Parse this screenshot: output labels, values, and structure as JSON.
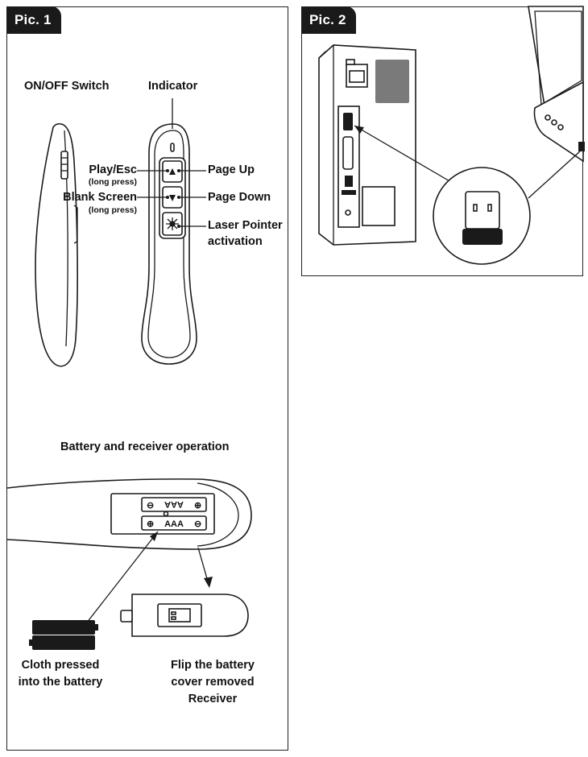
{
  "panel1": {
    "tab": "Pic. 1",
    "labels": {
      "on_off_switch": "ON/OFF Switch",
      "indicator": "Indicator",
      "play_esc": "Play/Esc",
      "play_esc_note": "(long press)",
      "blank_screen": "Blank Screen",
      "blank_screen_note": "(long press)",
      "page_up": "Page Up",
      "page_down": "Page Down",
      "laser_pointer_1": "Laser Pointer",
      "laser_pointer_2": "activation",
      "battery_heading": "Battery and receiver operation",
      "battery_top": "AAA",
      "battery_bottom": "AAA",
      "plus": "⊕",
      "minus": "⊖",
      "cloth_1": "Cloth pressed",
      "cloth_2": "into the battery",
      "flip_1": "Flip the battery",
      "flip_2": "cover removed",
      "flip_3": "Receiver"
    }
  },
  "panel2": {
    "tab": "Pic. 2"
  }
}
